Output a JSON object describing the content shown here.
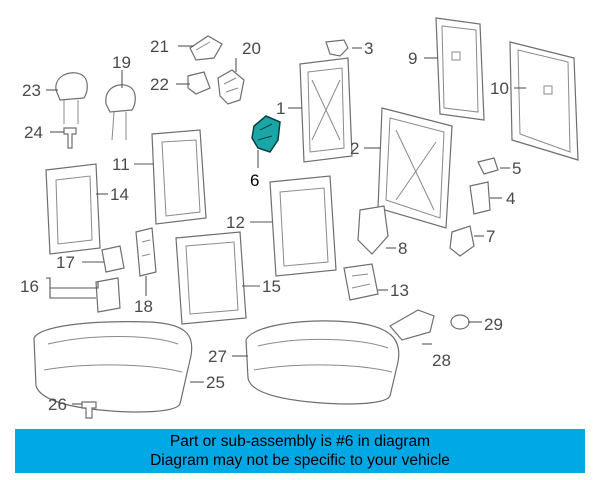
{
  "callouts": {
    "c1": "1",
    "c2": "2",
    "c3": "3",
    "c4": "4",
    "c5": "5",
    "c6": "6",
    "c7": "7",
    "c8": "8",
    "c9": "9",
    "c10": "10",
    "c11": "11",
    "c12": "12",
    "c13": "13",
    "c14": "14",
    "c15": "15",
    "c16": "16",
    "c17": "17",
    "c18": "18",
    "c19": "19",
    "c20": "20",
    "c21": "21",
    "c22": "22",
    "c23": "23",
    "c24": "24",
    "c25": "25",
    "c26": "26",
    "c27": "27",
    "c28": "28",
    "c29": "29"
  },
  "highlight": {
    "part": "6",
    "color": "#1aa6a6"
  },
  "banner": {
    "line1": "Part or sub-assembly is #6 in diagram",
    "line2": "Diagram may not be specific to your vehicle",
    "color": "#00a8e6"
  }
}
